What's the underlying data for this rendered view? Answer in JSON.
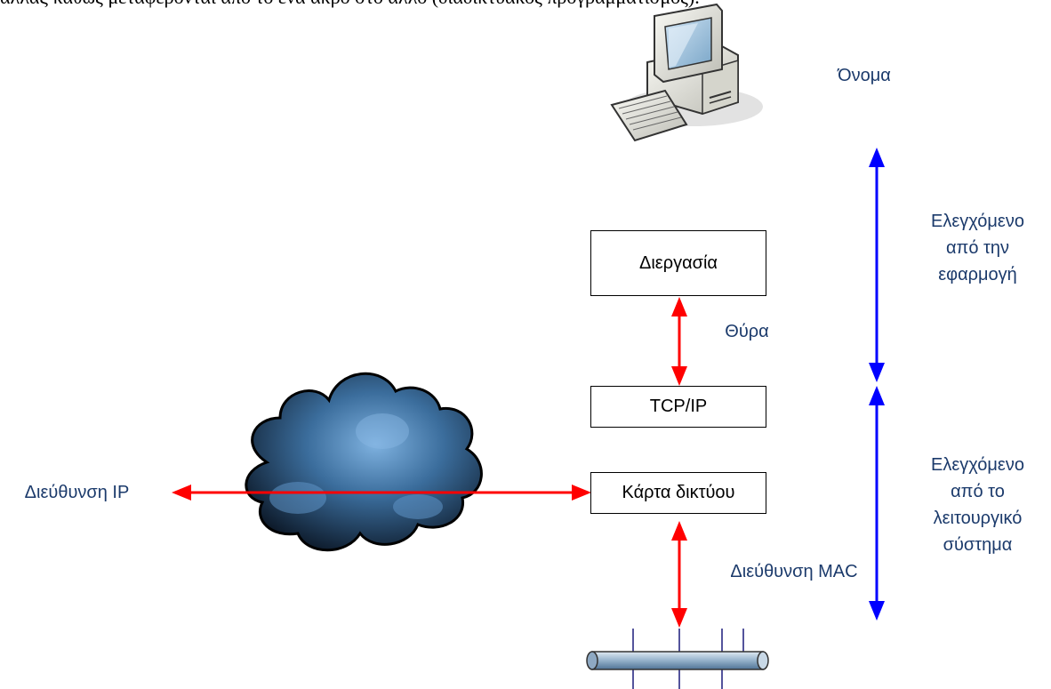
{
  "top_caption": "αλλάξ καθώς μεταφέρονται από το ένα άκρο στο άλλο (διαδικτυακός προγραμματισμός).",
  "labels": {
    "name": "Όνομα",
    "app_controlled": [
      "Ελεγχόμενο",
      "από την",
      "εφαρμογή"
    ],
    "port": "Θύρα",
    "ip_address": "Διεύθυνση IP",
    "os_controlled": [
      "Ελεγχόμενο",
      "από το",
      "λειτουργικό",
      "σύστημα"
    ],
    "mac_address": "Διεύθυνση MAC"
  },
  "boxes": {
    "process": "Διεργασία",
    "tcpip": "TCP/IP",
    "nic": "Κάρτα δικτύου"
  },
  "colors": {
    "red_arrow": "#ff0000",
    "blue_arrow": "#0000ff",
    "label_text": "#1b3a6b"
  },
  "icons": [
    "computer-icon",
    "cloud-icon",
    "network-cable-icon"
  ]
}
